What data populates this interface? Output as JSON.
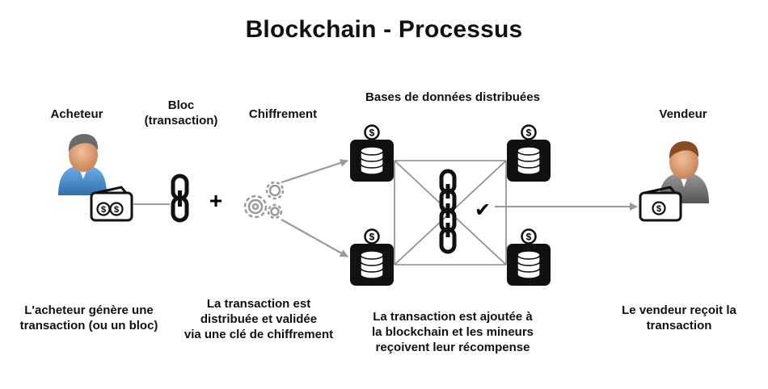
{
  "title": "Blockchain - Processus",
  "labels": {
    "buyer": "Acheteur",
    "block_line1": "Bloc",
    "block_line2": "(transaction)",
    "encryption": "Chiffrement",
    "distributed_db": "Bases de données distribuées",
    "seller": "Vendeur"
  },
  "captions": {
    "buyer_line1": "L'acheteur génère une",
    "buyer_line2": "transaction (ou un bloc)",
    "encryption_line1": "La transaction est",
    "encryption_line2": "distribuée   et validée",
    "encryption_line3": "via une clé de chiffrement",
    "blockchain_line1": "La transaction est ajoutée à",
    "blockchain_line2": "la blockchain et les mineurs",
    "blockchain_line3": "reçoivent leur récompense",
    "seller_line1": "Le vendeur reçoit la",
    "seller_line2": "transaction"
  },
  "symbols": {
    "plus": "+",
    "dollar": "$",
    "check": "✔"
  },
  "colors": {
    "arrow": "#9a9a9a",
    "db_box": "#111111",
    "person_skin": "#e2a27a",
    "buyer_shirt": "#4a90d0",
    "seller_shirt": "#7a7a7a"
  },
  "icons": {
    "buyer": "person-icon",
    "seller": "person-icon",
    "wallet": "wallet-icon",
    "chain": "chain-link-icon",
    "gears": "gears-icon",
    "database": "database-icon",
    "check": "checkmark-icon"
  }
}
